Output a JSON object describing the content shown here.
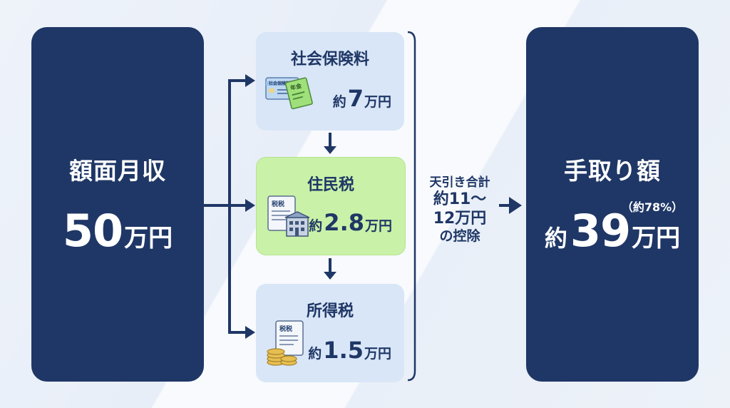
{
  "gross": {
    "title": "額面月収",
    "amount": "50",
    "unit": "万円"
  },
  "deductions": [
    {
      "name": "社会保険料",
      "prefix": "約",
      "amount": "7",
      "unit": "万円",
      "icon_card_label": "社会保険料",
      "icon_booklet_label": "年金",
      "icon": "insurance-card-and-pension-booklet-icon"
    },
    {
      "name": "住民税",
      "prefix": "約",
      "amount": "2.8",
      "unit": "万円",
      "icon_label": "税税",
      "icon": "tax-document-and-building-icon"
    },
    {
      "name": "所得税",
      "prefix": "約",
      "amount": "1.5",
      "unit": "万円",
      "icon_label": "税税",
      "icon": "tax-document-and-coins-icon"
    }
  ],
  "total_deduction": {
    "line1": "天引き合計",
    "line2": "約11～",
    "line3": "12万円",
    "line4": "の控除"
  },
  "net": {
    "title": "手取り額",
    "prefix": "約",
    "amount": "39",
    "unit": "万円",
    "ratio": "（約78%）"
  },
  "colors": {
    "navy": "#1f3766",
    "card_blue": "#d9e6f7",
    "card_green": "#c9f1a8",
    "background": "#edf2f9"
  }
}
